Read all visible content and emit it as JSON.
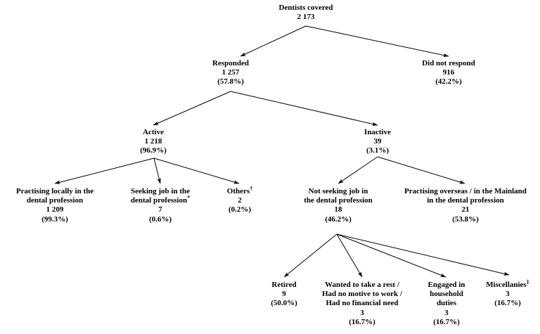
{
  "diagram": {
    "type": "flowchart-tree",
    "title": "Dentists covered survey response flow",
    "text_color": "#000000",
    "background_color": "#ffffff",
    "arrow_color": "#000000",
    "nodes": [
      {
        "id": "dentists-covered",
        "label": "Dentists covered",
        "count": "2 173",
        "percent": ""
      },
      {
        "id": "responded",
        "label": "Responded",
        "count": "1 257",
        "percent": "(57.8%)"
      },
      {
        "id": "did-not-respond",
        "label": "Did not respond",
        "count": "916",
        "percent": "(42.2%)"
      },
      {
        "id": "active",
        "label": "Active",
        "count": "1 218",
        "percent": "(96.9%)"
      },
      {
        "id": "inactive",
        "label": "Inactive",
        "count": "39",
        "percent": "(3.1%)"
      },
      {
        "id": "practising-locally",
        "label_line1": "Practising locally in the",
        "label_line2": "dental  profession",
        "count": "1 209",
        "percent": "(99.3%)"
      },
      {
        "id": "seeking-job",
        "label_line1": "Seeking job in the",
        "label_line2": "dental profession",
        "marker": "*",
        "count": "7",
        "percent": "(0.6%)"
      },
      {
        "id": "others",
        "label": "Others",
        "marker": "†",
        "count": "2",
        "percent": "(0.2%)"
      },
      {
        "id": "not-seeking-job",
        "label_line1": "Not seeking job in",
        "label_line2": "the dental profession",
        "count": "18",
        "percent": "(46.2%)"
      },
      {
        "id": "practising-overseas",
        "label_line1": "Practising overseas / in the Mainland",
        "label_line2": "in the dental profession",
        "count": "21",
        "percent": "(53.8%)"
      },
      {
        "id": "retired",
        "label": "Retired",
        "count": "9",
        "percent": "(50.0%)"
      },
      {
        "id": "wanted-rest",
        "label_line1": "Wanted to take a rest /",
        "label_line2": "Had no motive to work /",
        "label_line3": "Had no financial need",
        "count": "3",
        "percent": "(16.7%)"
      },
      {
        "id": "household-duties",
        "label_line1": "Engaged in",
        "label_line2": "household",
        "label_line3": "duties",
        "count": "3",
        "percent": "(16.7%)"
      },
      {
        "id": "miscellanies",
        "label": "Miscellanies",
        "marker": "‡",
        "count": "3",
        "percent": "(16.7%)"
      }
    ]
  }
}
